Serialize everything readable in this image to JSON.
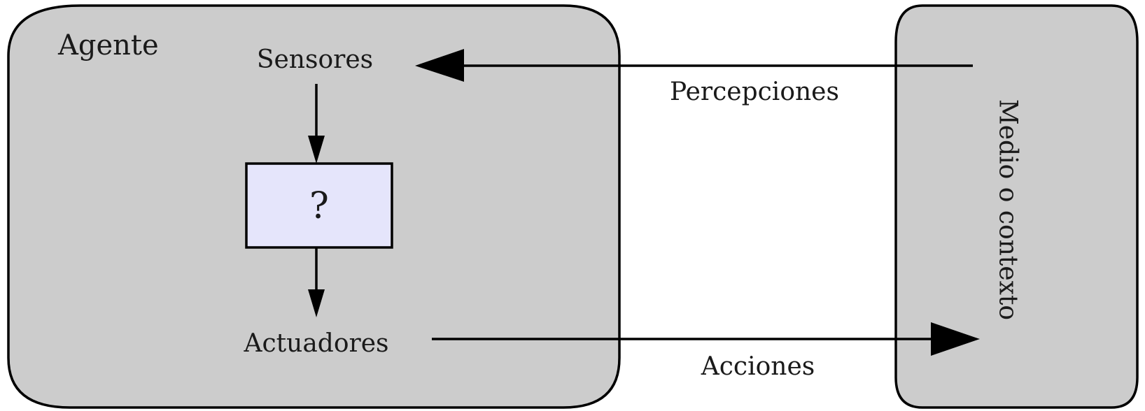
{
  "diagram": {
    "agent": {
      "label": "Agente"
    },
    "sensors": {
      "label": "Sensores"
    },
    "actuators": {
      "label": "Actuadores"
    },
    "unknown_box": {
      "label": "?"
    },
    "environment": {
      "label": "Medio o contexto"
    },
    "perceptions": {
      "label": "Percepciones"
    },
    "actions": {
      "label": "Acciones"
    }
  },
  "colors": {
    "container_fill": "#cccccc",
    "box_fill": "#e5e5fb",
    "stroke": "#000000",
    "background": "#ffffff"
  }
}
